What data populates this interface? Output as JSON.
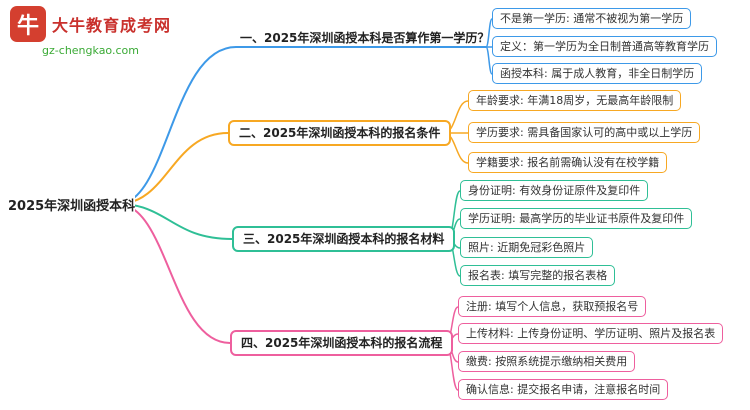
{
  "logo": {
    "icon": "bull-icon",
    "icon_glyph": "牛",
    "brand": "大牛教育成考网",
    "domain": "gz-chengkao.com",
    "brand_color": "#c9302c",
    "domain_color": "#3aaa35",
    "icon_bg_color": "#d43f2f"
  },
  "root": {
    "label": "2025年深圳函授本科"
  },
  "branches": [
    {
      "label": "一、2025年深圳函授本科是否算作第一学历？",
      "color": "#3d99e8",
      "children": [
        {
          "text": "不是第一学历: 通常不被视为第一学历"
        },
        {
          "text": "定义：第一学历为全日制普通高等教育学历"
        },
        {
          "text": "函授本科: 属于成人教育，非全日制学历"
        }
      ]
    },
    {
      "label": "二、2025年深圳函授本科的报名条件",
      "color": "#f7a823",
      "children": [
        {
          "text": "年龄要求: 年满18周岁，无最高年龄限制"
        },
        {
          "text": "学历要求: 需具备国家认可的高中或以上学历"
        },
        {
          "text": "学籍要求: 报名前需确认没有在校学籍"
        }
      ]
    },
    {
      "label": "三、2025年深圳函授本科的报名材料",
      "color": "#2fbf96",
      "children": [
        {
          "text": "身份证明: 有效身份证原件及复印件"
        },
        {
          "text": "学历证明: 最高学历的毕业证书原件及复印件"
        },
        {
          "text": "照片: 近期免冠彩色照片"
        },
        {
          "text": "报名表: 填写完整的报名表格"
        }
      ]
    },
    {
      "label": "四、2025年深圳函授本科的报名流程",
      "color": "#ee5f9e",
      "children": [
        {
          "text": "注册: 填写个人信息，获取预报名号"
        },
        {
          "text": "上传材料: 上传身份证明、学历证明、照片及报名表"
        },
        {
          "text": "缴费: 按照系统提示缴纳相关费用"
        },
        {
          "text": "确认信息: 提交报名申请，注意报名时间"
        }
      ]
    }
  ]
}
